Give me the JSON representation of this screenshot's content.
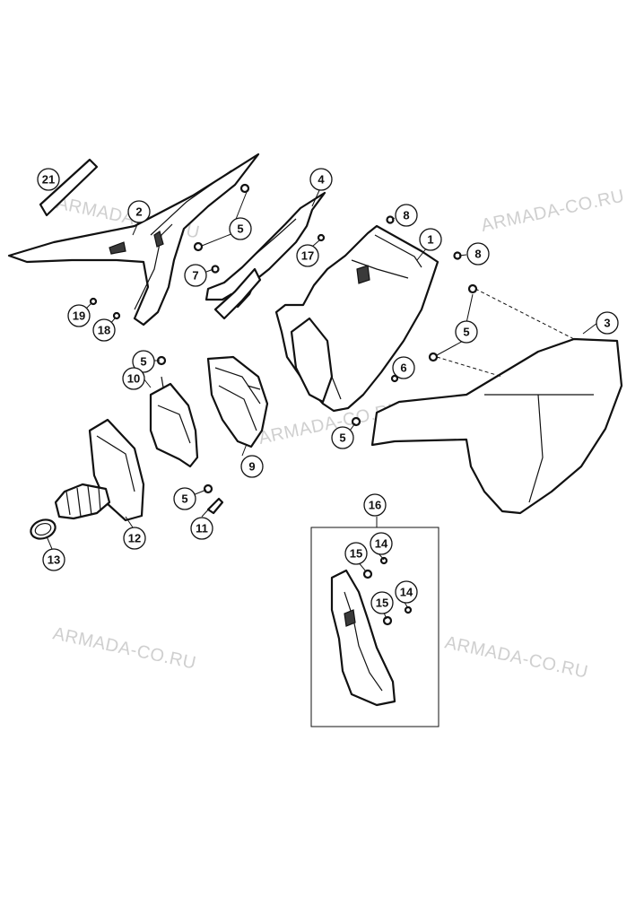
{
  "watermark_text": "ARMADA-CO.RU",
  "callouts": {
    "c1": "1",
    "c2": "2",
    "c3": "3",
    "c4": "4",
    "c5a": "5",
    "c5b": "5",
    "c5c": "5",
    "c5d": "5",
    "c5e": "5",
    "c6": "6",
    "c7": "7",
    "c8a": "8",
    "c8b": "8",
    "c9": "9",
    "c10": "10",
    "c11": "11",
    "c12": "12",
    "c13": "13",
    "c14a": "14",
    "c14b": "14",
    "c15a": "15",
    "c15b": "15",
    "c16": "16",
    "c17": "17",
    "c18": "18",
    "c19": "19",
    "c21": "21"
  }
}
